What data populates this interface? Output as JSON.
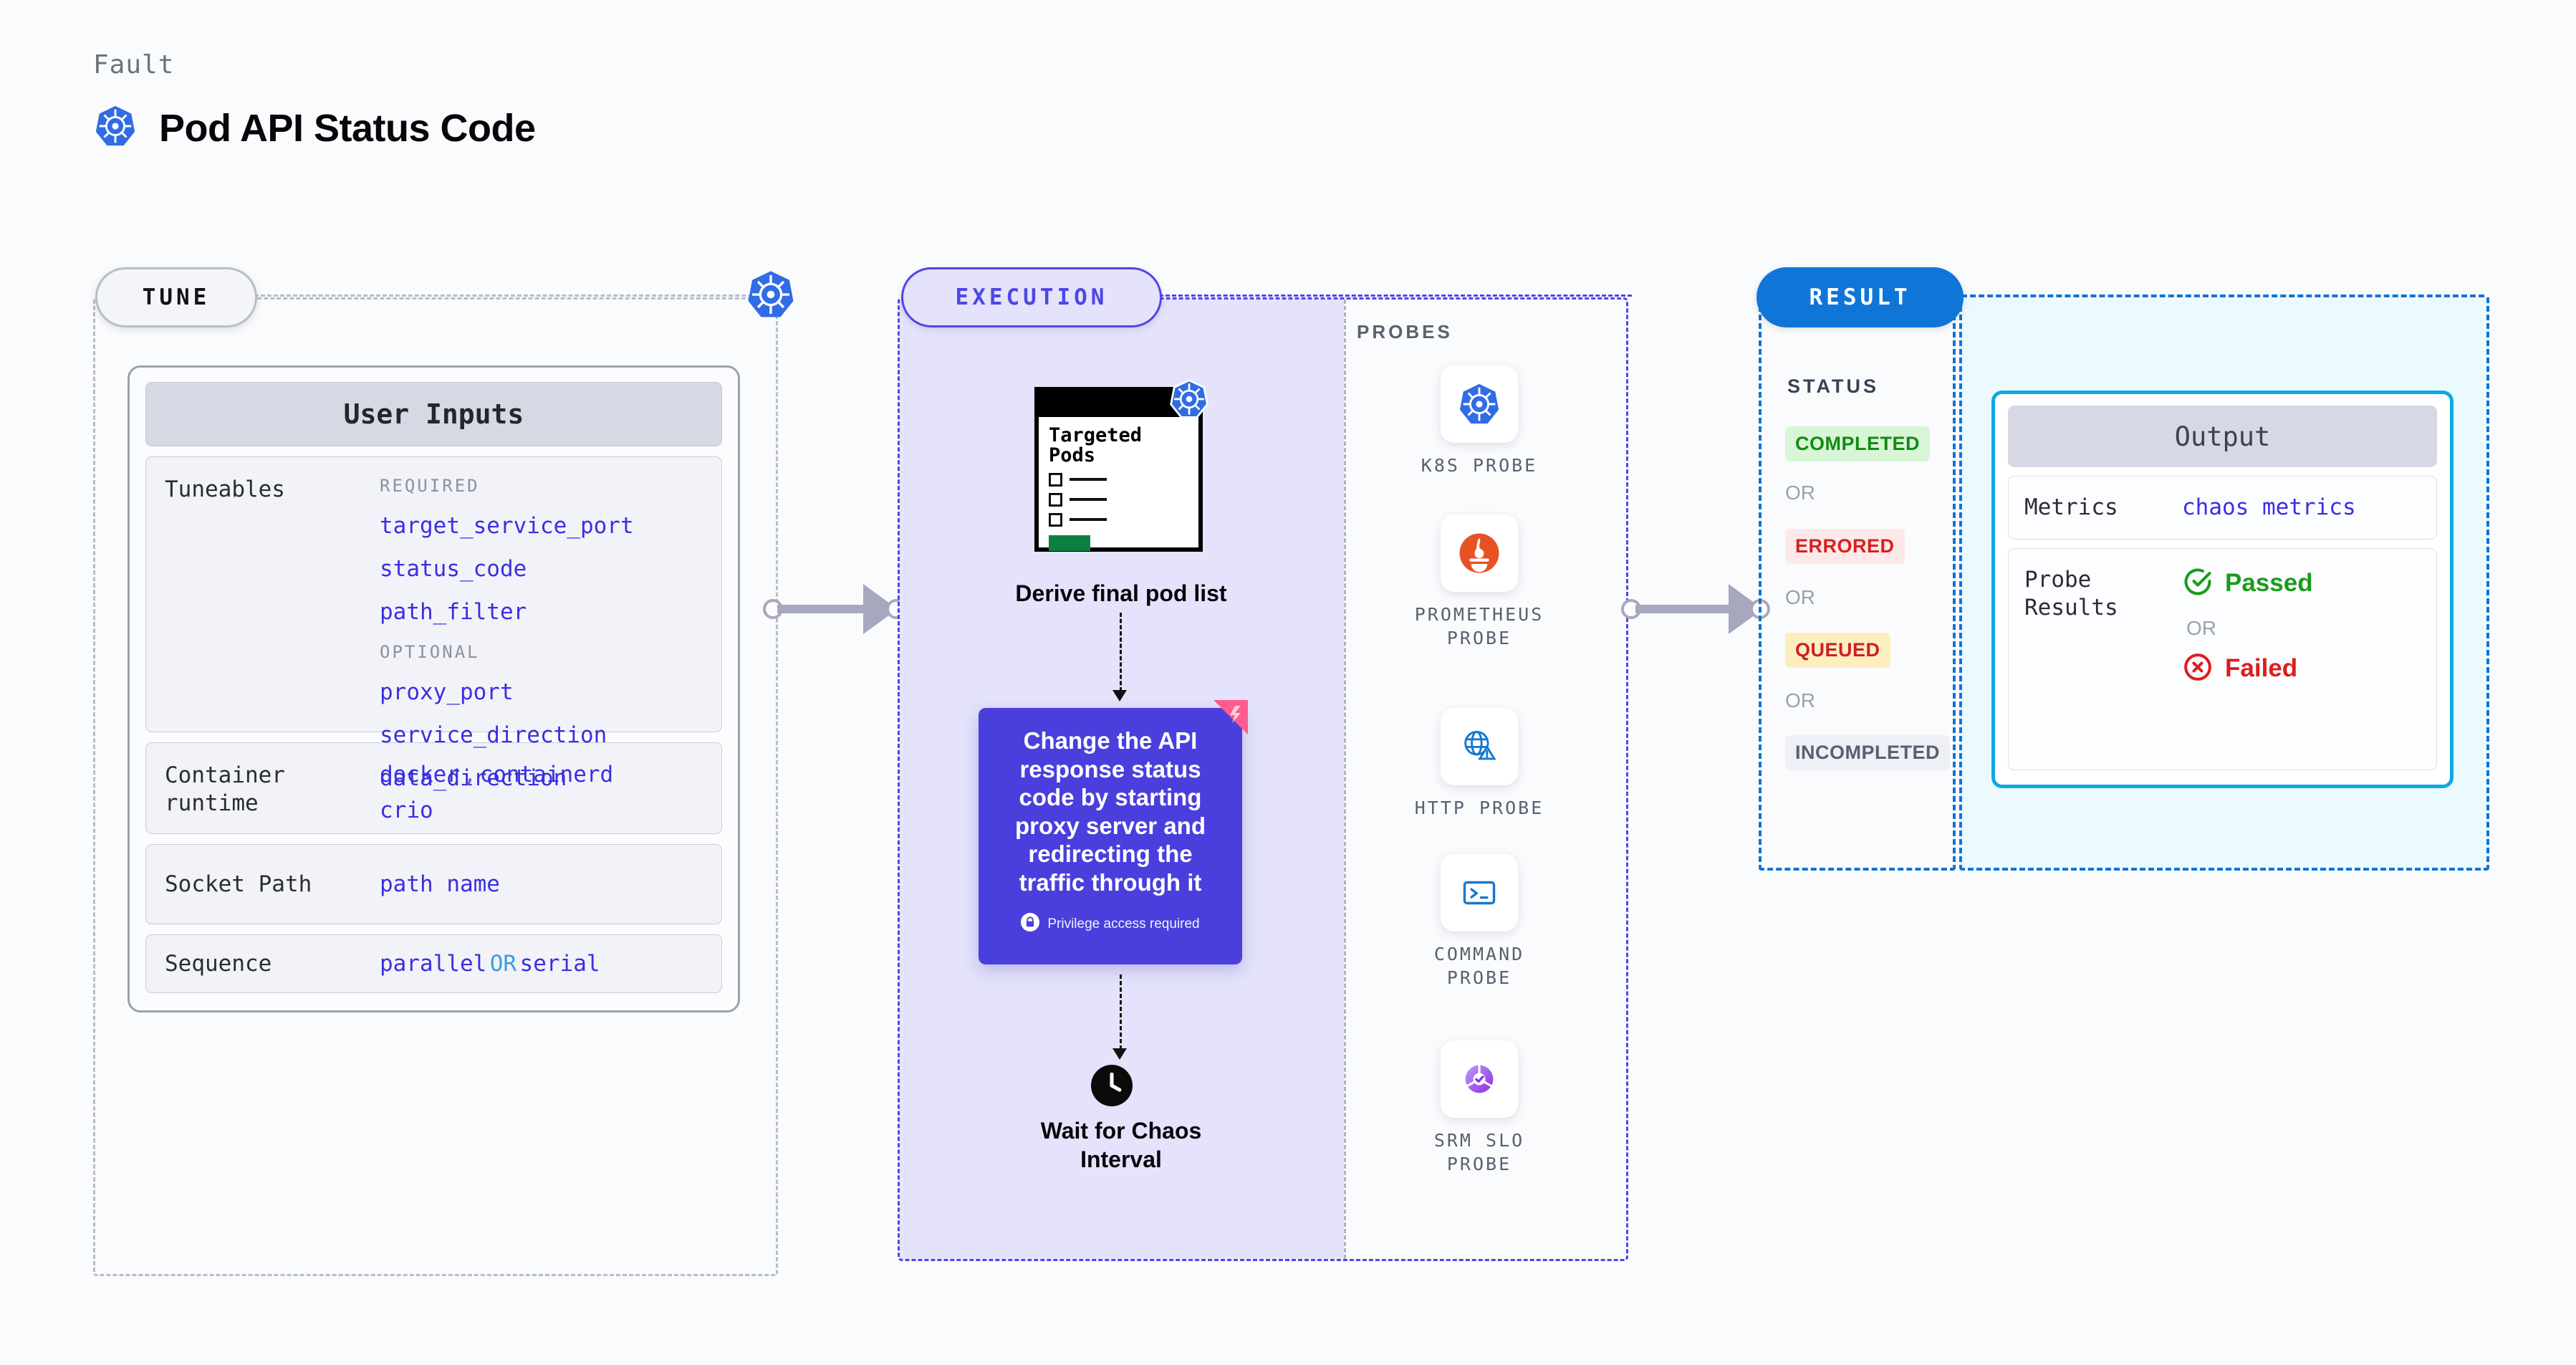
{
  "header": {
    "eyebrow": "Fault",
    "title": "Pod API Status Code",
    "icon": "kubernetes-icon"
  },
  "tune": {
    "pill_label": "TUNE",
    "card_title": "User Inputs",
    "rows": [
      {
        "label": "Tuneables",
        "groups": [
          {
            "heading": "REQUIRED",
            "items": [
              "target_service_port",
              "status_code",
              "path_filter"
            ]
          },
          {
            "heading": "OPTIONAL",
            "items": [
              "proxy_port",
              "service_direction",
              "data_direction"
            ]
          }
        ]
      },
      {
        "label": "Container runtime",
        "values": [
          "docker",
          ",",
          "containerd",
          "crio"
        ]
      },
      {
        "label": "Socket Path",
        "values": [
          "path name"
        ]
      },
      {
        "label": "Sequence",
        "values": [
          "parallel",
          "OR",
          "serial"
        ]
      }
    ]
  },
  "execution": {
    "pill_label": "EXECUTION",
    "pods_card": {
      "title_line1": "Targeted",
      "title_line2": "Pods",
      "badge": "kubernetes-icon"
    },
    "pods_caption": "Derive final pod list",
    "action_card": {
      "text": "Change the API response status code by starting proxy server and redirecting the traffic through it",
      "privilege_note": "Privilege access required",
      "ribbon": "harness-ribbon-icon",
      "color": "#4a3fdc"
    },
    "wait_caption_line1": "Wait for Chaos",
    "wait_caption_line2": "Interval",
    "wait_icon": "clock-icon",
    "probes_title": "PROBES",
    "probes": [
      {
        "name_line1": "K8S PROBE",
        "name_line2": "",
        "icon": "kubernetes-icon"
      },
      {
        "name_line1": "PROMETHEUS",
        "name_line2": "PROBE",
        "icon": "prometheus-icon"
      },
      {
        "name_line1": "HTTP PROBE",
        "name_line2": "",
        "icon": "globe-warning-icon"
      },
      {
        "name_line1": "COMMAND",
        "name_line2": "PROBE",
        "icon": "terminal-icon"
      },
      {
        "name_line1": "SRM SLO",
        "name_line2": "PROBE",
        "icon": "srm-slo-icon"
      }
    ]
  },
  "result": {
    "pill_label": "RESULT",
    "status_title": "STATUS",
    "or_label": "OR",
    "statuses": [
      {
        "label": "COMPLETED",
        "bg": "#d8f5d8",
        "fg": "#138b13"
      },
      {
        "label": "ERRORED",
        "bg": "#fde9e9",
        "fg": "#d91f1f"
      },
      {
        "label": "QUEUED",
        "bg": "#fdeec0",
        "fg": "#cc1f1f"
      },
      {
        "label": "INCOMPLETED",
        "bg": "#eef0f5",
        "fg": "#5a6070"
      }
    ]
  },
  "output": {
    "card_title": "Output",
    "metrics_label": "Metrics",
    "metrics_value": "chaos metrics",
    "probe_results_label": "Probe Results",
    "passed_label": "Passed",
    "failed_label": "Failed",
    "or_label": "OR",
    "passed_icon": "check-circle-icon",
    "failed_icon": "x-circle-icon",
    "accent": "#0fa9e0"
  }
}
